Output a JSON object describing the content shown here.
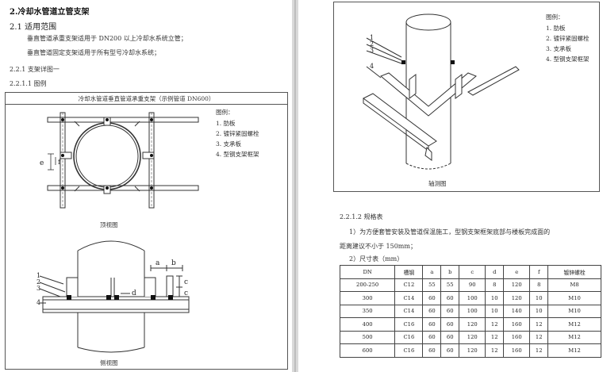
{
  "left": {
    "section_title": "2.冷却水管道立管支架",
    "sub_title": "2.1 适用范围",
    "para1": "垂直管道承重支架适用于 DN200 以上冷却水系统立管；",
    "para2": "垂直管道固定支架适用于所有型号冷却水系统；",
    "sub2": "2.2.1 支架详图一",
    "sub3": "2.2.1.1 图例",
    "figure_title": "冷却水管道垂直管道承重支架（示例管道 DN600）",
    "legend_title": "图例：",
    "legend_items": [
      "1. 肋板",
      "2. 镀锌紧固螺栓",
      "3. 支承板",
      "4. 型钢支架框架"
    ],
    "top_view_caption": "顶视图",
    "side_view_caption": "侧视图",
    "dim_e": "e",
    "dim_f": "f",
    "dim_a": "a",
    "dim_b": "b",
    "dim_c": "c",
    "dim_d": "d",
    "callouts": [
      "1",
      "2",
      "3",
      "4"
    ]
  },
  "right": {
    "legend_title": "图例：",
    "legend_items": [
      "1. 肋板",
      "2. 镀锌紧固螺栓",
      "3. 支承板",
      "4. 型钢支架框架"
    ],
    "callouts": [
      "1",
      "2",
      "3",
      "4"
    ],
    "axis_caption": "轴测图",
    "spec_heading": "2.2.1.2 规格表",
    "para_line1": "1）为方便套管安装及管道保温施工，型钢支架框架底部与楼板完成面的",
    "para_line2": "距离建议不小于 150mm；",
    "table_caption": "2）尺寸表（mm）",
    "table": {
      "headers": [
        "DN",
        "槽钢",
        "a",
        "b",
        "c",
        "d",
        "e",
        "f",
        "镀锌螺栓"
      ],
      "rows": [
        [
          "200-250",
          "C12",
          "55",
          "55",
          "90",
          "8",
          "120",
          "8",
          "M8"
        ],
        [
          "300",
          "C14",
          "60",
          "60",
          "100",
          "10",
          "120",
          "10",
          "M10"
        ],
        [
          "350",
          "C14",
          "60",
          "60",
          "100",
          "10",
          "140",
          "10",
          "M10"
        ],
        [
          "400",
          "C16",
          "60",
          "60",
          "120",
          "12",
          "160",
          "12",
          "M12"
        ],
        [
          "500",
          "C16",
          "60",
          "60",
          "120",
          "12",
          "160",
          "12",
          "M12"
        ],
        [
          "600",
          "C16",
          "60",
          "60",
          "120",
          "12",
          "160",
          "12",
          "M12"
        ]
      ]
    }
  }
}
